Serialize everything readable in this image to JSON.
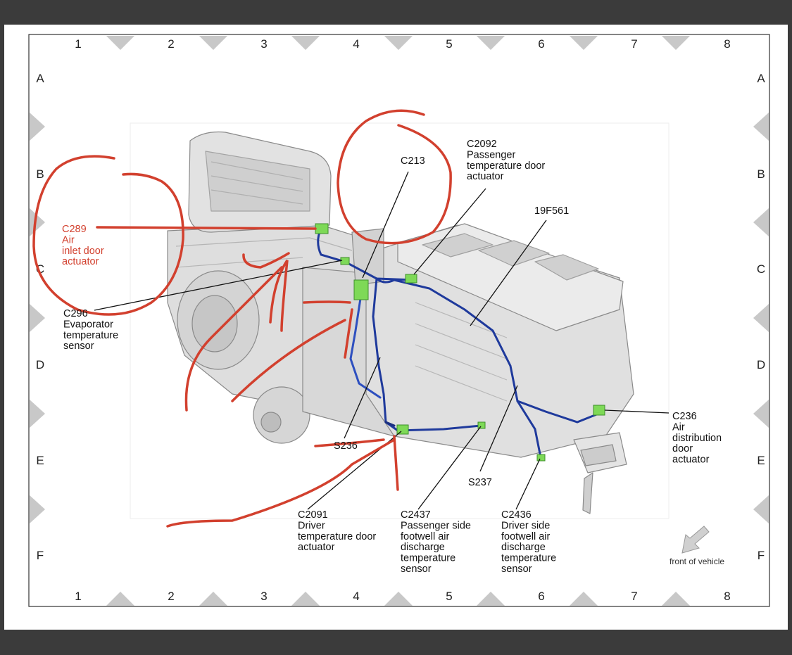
{
  "grid": {
    "columns": [
      "1",
      "2",
      "3",
      "4",
      "5",
      "6",
      "7",
      "8"
    ],
    "rows": [
      "A",
      "B",
      "C",
      "D",
      "E",
      "F"
    ]
  },
  "callouts": {
    "c2092": {
      "lines": [
        "C2092",
        "Passenger",
        "temperature door",
        "actuator"
      ]
    },
    "c213": {
      "lines": [
        "C213"
      ]
    },
    "f19f561": {
      "lines": [
        "19F561"
      ]
    },
    "c289": {
      "lines": [
        "C289",
        "Air",
        "inlet door",
        "actuator"
      ]
    },
    "c296": {
      "lines": [
        "C296",
        "Evaporator",
        "temperature",
        "sensor"
      ]
    },
    "c236": {
      "lines": [
        "C236",
        "Air",
        "distribution",
        "door",
        "actuator"
      ]
    },
    "s236": {
      "lines": [
        "S236"
      ]
    },
    "s237": {
      "lines": [
        "S237"
      ]
    },
    "c2091": {
      "lines": [
        "C2091",
        "Driver",
        "temperature door",
        "actuator"
      ]
    },
    "c2437": {
      "lines": [
        "C2437",
        "Passenger side",
        "footwell air",
        "discharge",
        "temperature",
        "sensor"
      ]
    },
    "c2436": {
      "lines": [
        "C2436",
        "Driver side",
        "footwell air",
        "discharge",
        "temperature",
        "sensor"
      ]
    }
  },
  "front_label": "front of vehicle",
  "colors": {
    "backdrop": "#3b3b3b",
    "page": "#ffffff",
    "grid_triangle": "#c8c8c8",
    "harness": "#1f3a9c",
    "connector": "#7ed957",
    "annotation": "#d2402e",
    "unit": "#d7d7d7"
  }
}
